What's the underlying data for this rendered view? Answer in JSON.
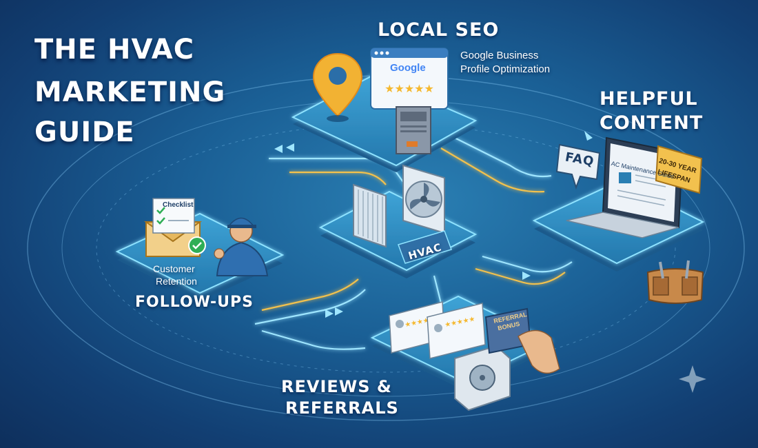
{
  "title": {
    "line1": "THE HVAC",
    "line2": "MARKETING",
    "line3": "GUIDE"
  },
  "local_seo": {
    "heading": "LOCAL SEO",
    "google_label": "Google",
    "description_line1": "Google Business",
    "description_line2": "Profile Optimization"
  },
  "helpful_content": {
    "heading_line1": "HELPFUL",
    "heading_line2": "CONTENT",
    "faq_label": "FAQ",
    "guide_label": "AC Maintenance Guide",
    "lifespan_line1": "20-30 YEAR",
    "lifespan_line2": "LIFESPAN"
  },
  "center_hub": {
    "label": "HVAC"
  },
  "follow_ups": {
    "heading": "FOLLOW-UPS",
    "checklist_label": "Checklist",
    "retention_line1": "Customer",
    "retention_line2": "Retention"
  },
  "reviews_referrals": {
    "heading_line1": "REVIEWS &",
    "heading_line2": "REFERRALS",
    "card_line1": "REFERRAL",
    "card_line2": "BONUS"
  },
  "colors": {
    "background": "#1a5f95",
    "platform": "#2f8fc4",
    "glow": "#7fd8ff",
    "flow_gold": "#f2c14e",
    "flow_cyan": "#9fe6ff"
  }
}
